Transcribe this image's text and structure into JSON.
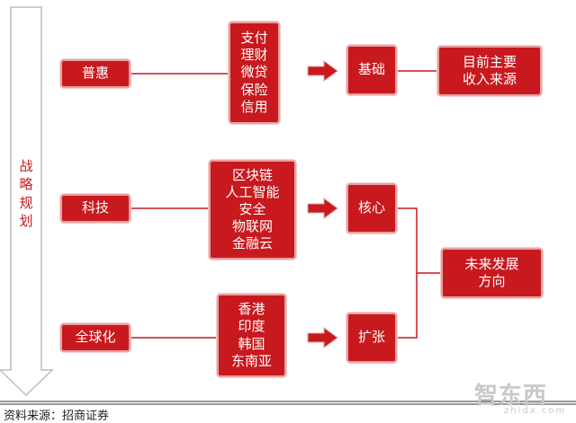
{
  "sidebar": {
    "label": "战\n略\n规\n划"
  },
  "nodes": {
    "puhui": "普惠",
    "keji": "科技",
    "quanqiuhua": "全球化",
    "services": "支付\n理财\n微贷\n保险\n信用",
    "tech_list": "区块链\n人工智能\n安全\n物联网\n金融云",
    "regions": "香港\n印度\n韩国\n东南亚",
    "jichu": "基础",
    "hexin": "核心",
    "kuozhang": "扩张",
    "income": "目前主要\n收入来源",
    "future": "未来发展\n方向"
  },
  "footer": {
    "source": "资料来源：招商证券"
  },
  "watermark": {
    "brand": "智东西",
    "url": "zhidx.com"
  },
  "colors": {
    "box_fill": "#c8191e",
    "box_border": "#e8a0a0",
    "connector": "#c8191e",
    "arrow_outline": "#c8c8c8"
  }
}
